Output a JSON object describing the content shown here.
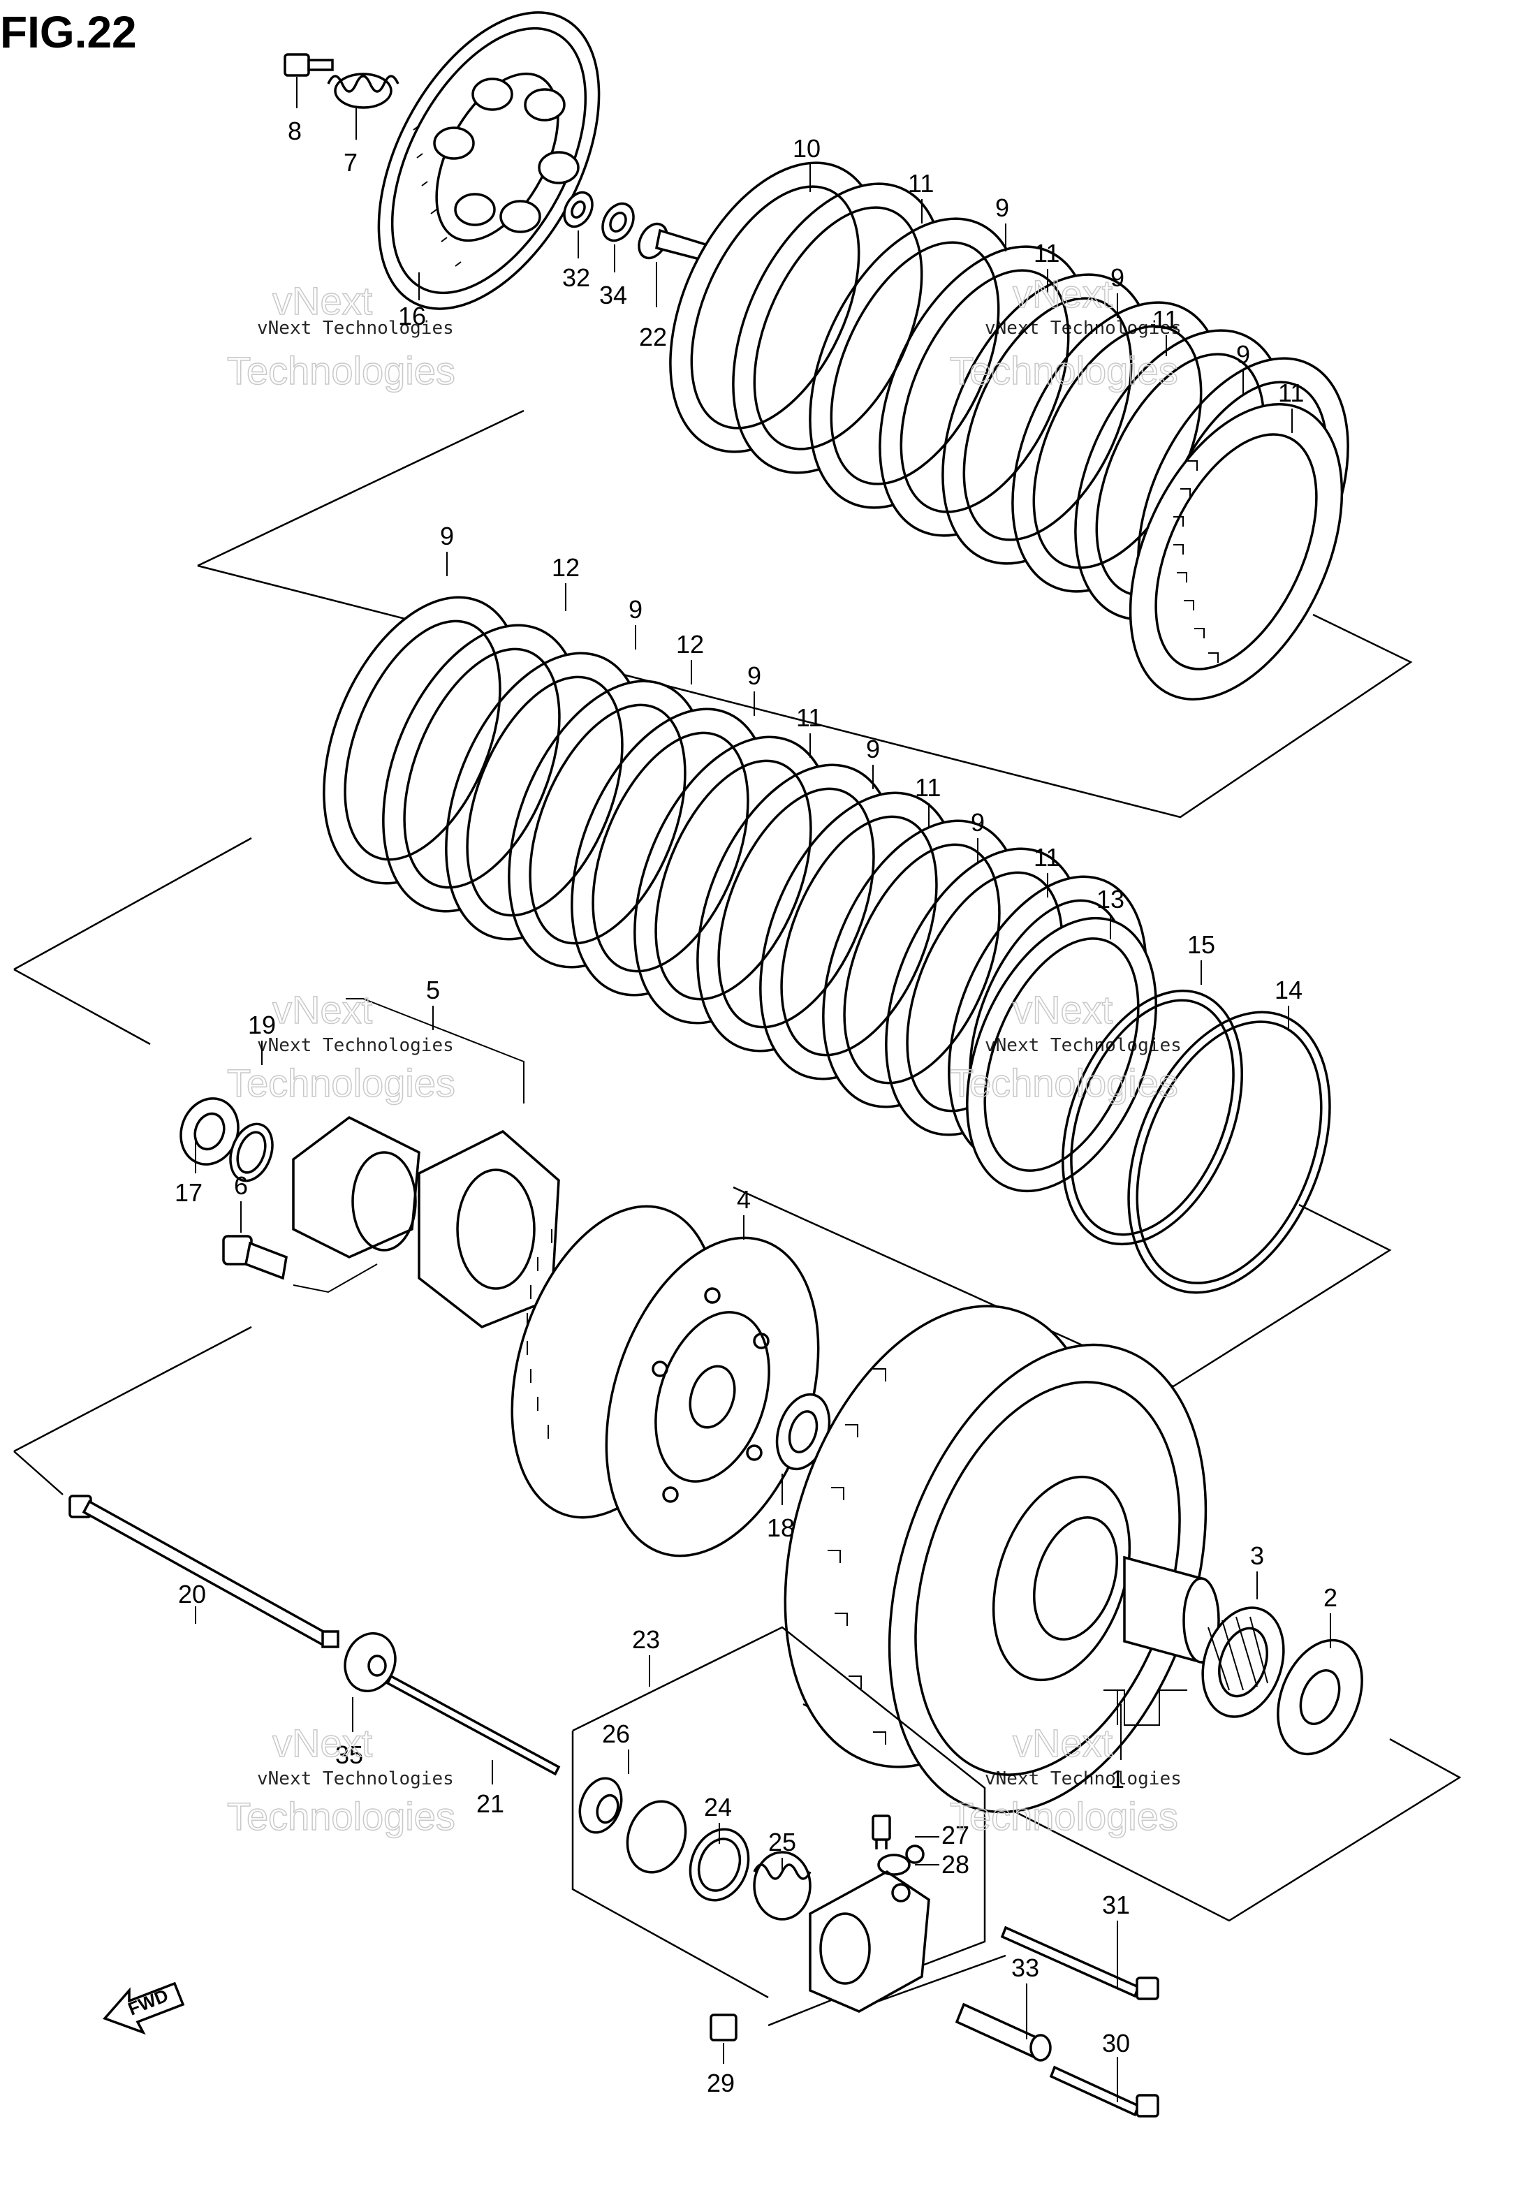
{
  "figure": {
    "title": "FIG.22"
  },
  "watermark": {
    "line1": "vNext Technologies",
    "line2": "vNext",
    "line3": "Technologies"
  },
  "fwd_label": "FWD",
  "callouts": [
    {
      "id": "c8",
      "text": "8"
    },
    {
      "id": "c7",
      "text": "7"
    },
    {
      "id": "c16",
      "text": "16"
    },
    {
      "id": "c32",
      "text": "32"
    },
    {
      "id": "c34",
      "text": "34"
    },
    {
      "id": "c22",
      "text": "22"
    },
    {
      "id": "c10",
      "text": "10"
    },
    {
      "id": "c11a",
      "text": "11"
    },
    {
      "id": "c9a",
      "text": "9"
    },
    {
      "id": "c11b",
      "text": "11"
    },
    {
      "id": "c9b",
      "text": "9"
    },
    {
      "id": "c11c",
      "text": "11"
    },
    {
      "id": "c9c",
      "text": "9"
    },
    {
      "id": "c11d",
      "text": "11"
    },
    {
      "id": "c9d",
      "text": "9"
    },
    {
      "id": "c12a",
      "text": "12"
    },
    {
      "id": "c9e",
      "text": "9"
    },
    {
      "id": "c12b",
      "text": "12"
    },
    {
      "id": "c9f",
      "text": "9"
    },
    {
      "id": "c11e",
      "text": "11"
    },
    {
      "id": "c9g",
      "text": "9"
    },
    {
      "id": "c11f",
      "text": "11"
    },
    {
      "id": "c9h",
      "text": "9"
    },
    {
      "id": "c11g",
      "text": "11"
    },
    {
      "id": "c13",
      "text": "13"
    },
    {
      "id": "c15",
      "text": "15"
    },
    {
      "id": "c14",
      "text": "14"
    },
    {
      "id": "c19",
      "text": "19"
    },
    {
      "id": "c5",
      "text": "5"
    },
    {
      "id": "c17",
      "text": "17"
    },
    {
      "id": "c6",
      "text": "6"
    },
    {
      "id": "c4",
      "text": "4"
    },
    {
      "id": "c18",
      "text": "18"
    },
    {
      "id": "c3",
      "text": "3"
    },
    {
      "id": "c2",
      "text": "2"
    },
    {
      "id": "c1",
      "text": "1"
    },
    {
      "id": "c20",
      "text": "20"
    },
    {
      "id": "c23",
      "text": "23"
    },
    {
      "id": "c35",
      "text": "35"
    },
    {
      "id": "c21",
      "text": "21"
    },
    {
      "id": "c26",
      "text": "26"
    },
    {
      "id": "c24",
      "text": "24"
    },
    {
      "id": "c25",
      "text": "25"
    },
    {
      "id": "c27",
      "text": "27"
    },
    {
      "id": "c28",
      "text": "28"
    },
    {
      "id": "c31",
      "text": "31"
    },
    {
      "id": "c33",
      "text": "33"
    },
    {
      "id": "c30",
      "text": "30"
    },
    {
      "id": "c29",
      "text": "29"
    }
  ]
}
